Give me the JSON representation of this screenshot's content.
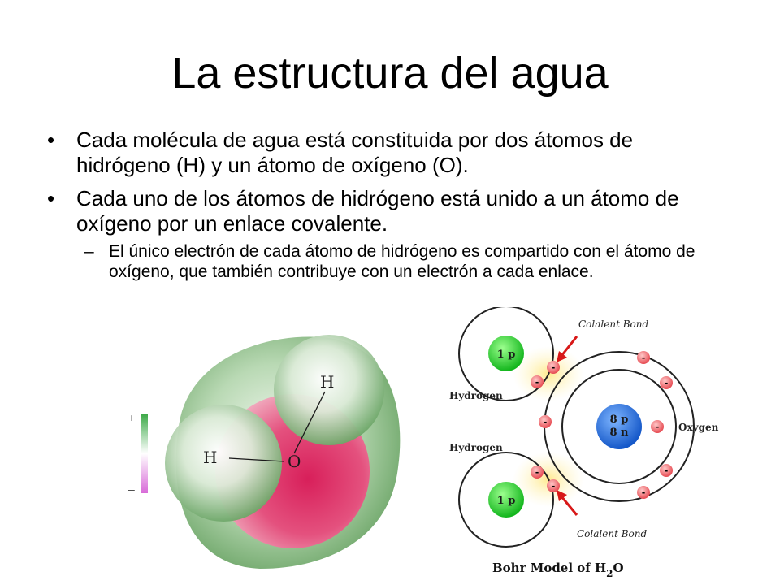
{
  "title": "La estructura del agua",
  "bullets": [
    {
      "marker": "•",
      "text": "Cada molécula de agua está constituida por dos átomos de hidrógeno (H) y un átomo de oxígeno (O)."
    },
    {
      "marker": "•",
      "text": "Cada uno de los átomos de hidrógeno está unido a un átomo de oxígeno por un enlace covalente."
    }
  ],
  "sub_bullet": {
    "marker": "–",
    "text": "El único electrón de cada átomo de hidrógeno es compartido con el átomo de oxígeno, que también contribuye con un electrón a cada enlace."
  },
  "space_fill": {
    "atom_h1": "H",
    "atom_h2": "H",
    "atom_o": "O",
    "scale_plus": "+",
    "scale_minus": "–"
  },
  "bohr": {
    "top_label": "Colalent Bond",
    "bottom_label": "Colalent Bond",
    "hydrogen_top": "Hydrogen",
    "hydrogen_bottom": "Hydrogen",
    "oxygen": "Oxygen",
    "h_nucleus": "1 p",
    "o_nucleus_p": "8 p",
    "o_nucleus_n": "8 n",
    "electron": "-",
    "caption_prefix": "Bohr Model of H",
    "caption_sub": "2",
    "caption_suffix": "O"
  }
}
